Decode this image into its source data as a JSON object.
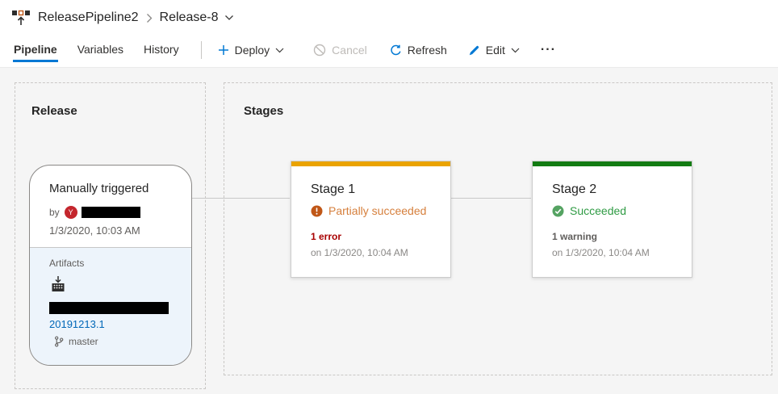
{
  "breadcrumb": {
    "pipeline_name": "ReleasePipeline2",
    "release_name": "Release-8"
  },
  "tabs": {
    "pipeline": "Pipeline",
    "variables": "Variables",
    "history": "History"
  },
  "toolbar": {
    "deploy": "Deploy",
    "cancel": "Cancel",
    "refresh": "Refresh",
    "edit": "Edit",
    "more": "···"
  },
  "release": {
    "section_title": "Release",
    "trigger_title": "Manually triggered",
    "by_label": "by",
    "avatar_initial": "Y",
    "date": "1/3/2020, 10:03 AM",
    "artifacts_label": "Artifacts",
    "build_number": "20191213.1",
    "branch": "master"
  },
  "stages": {
    "section_title": "Stages",
    "items": [
      {
        "name": "Stage 1",
        "status": "Partially succeeded",
        "detail": "1 error",
        "date": "on 1/3/2020, 10:04 AM"
      },
      {
        "name": "Stage 2",
        "status": "Succeeded",
        "detail": "1 warning",
        "date": "on 1/3/2020, 10:04 AM"
      }
    ]
  },
  "colors": {
    "accent_blue": "#0078D4",
    "link_blue": "#0067B8",
    "partial_bar": "#EAA300",
    "partial_text": "#D67F3C",
    "partial_icon": "#C05717",
    "error_red": "#A80000",
    "success_bar": "#137C13",
    "success_text": "#2F9B44",
    "success_icon": "#55A362",
    "avatar_red": "#C4262D"
  }
}
